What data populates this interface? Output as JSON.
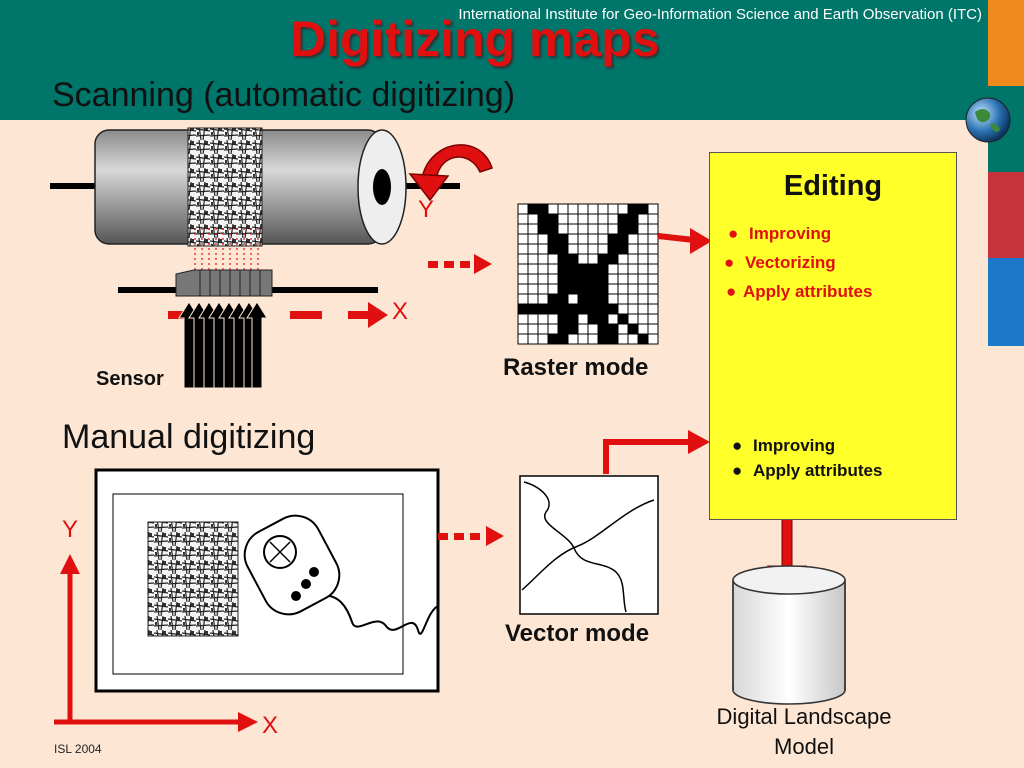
{
  "header": {
    "organization": "International Institute for Geo-Information Science and Earth Observation (ITC)",
    "title": "Digitizing maps",
    "subtitle": "Scanning (automatic digitizing)"
  },
  "scanning": {
    "axis_y": "Y",
    "axis_x": "X",
    "sensor_label": "Sensor",
    "raster_label": "Raster mode"
  },
  "manual": {
    "heading": "Manual digitizing",
    "axis_y": "Y",
    "axis_x": "X",
    "vector_label": "Vector mode"
  },
  "editing": {
    "title": "Editing",
    "raster_items": [
      "Improving",
      "Vectorizing",
      "Apply attributes"
    ],
    "vector_items": [
      "Improving",
      "Apply attributes"
    ]
  },
  "output": {
    "label_line1": "Digital Landscape",
    "label_line2": "Model"
  },
  "footer": {
    "text": "ISL 2004"
  },
  "colors": {
    "header": "#00756a",
    "background": "#fde7d4",
    "accent_red": "#e01010",
    "editing_box": "#ffff2a",
    "stripe_teal": "#00756a",
    "stripe_orange": "#f08a1c",
    "stripe_red": "#c8323c",
    "stripe_blue": "#1c78c8"
  }
}
